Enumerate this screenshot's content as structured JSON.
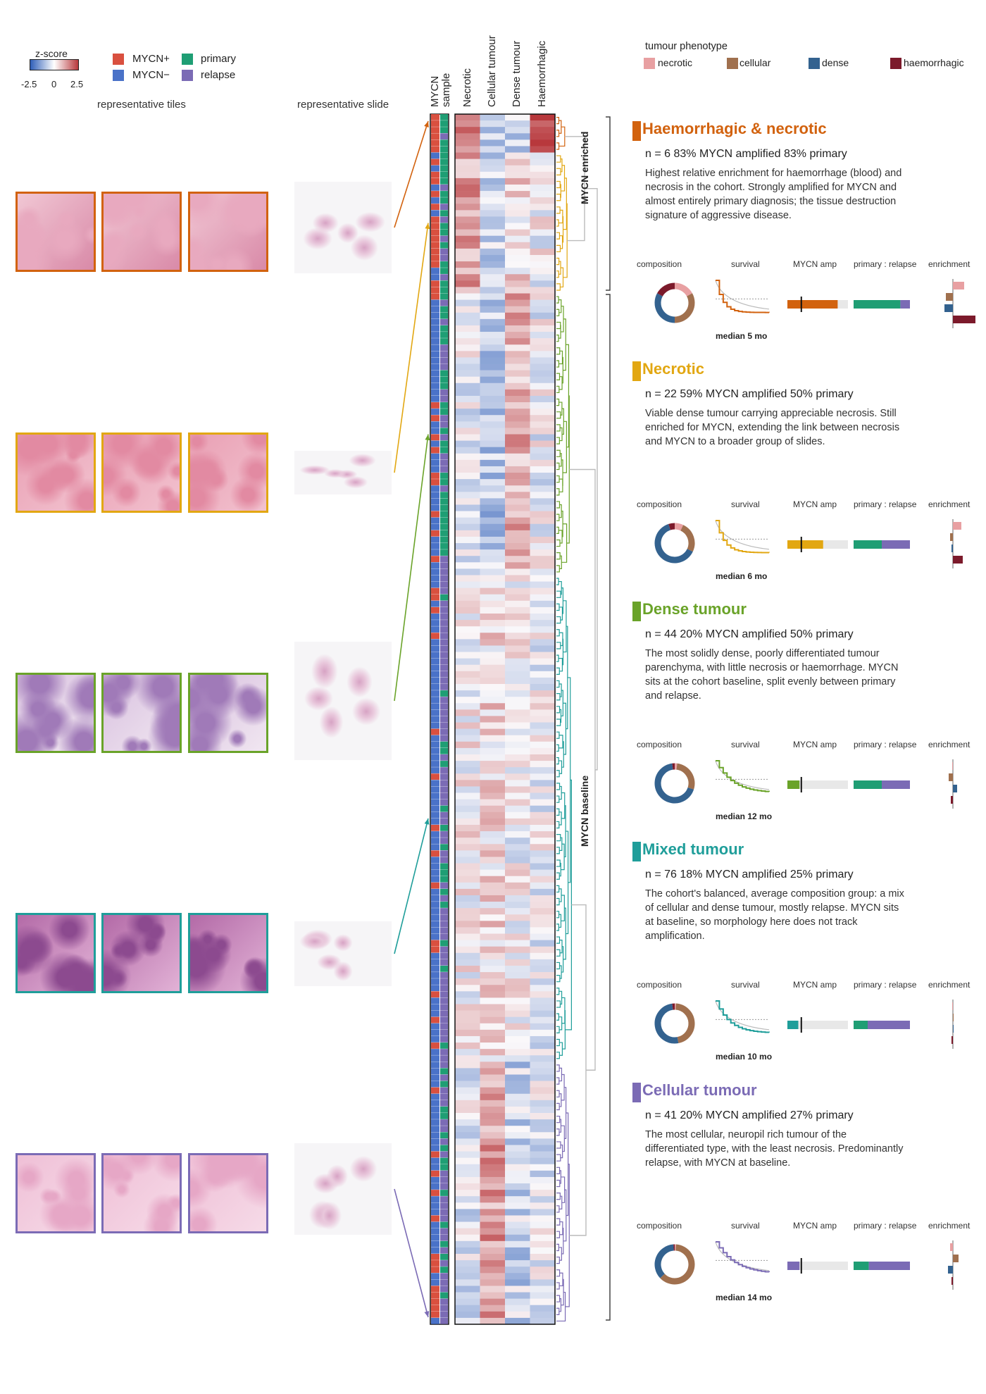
{
  "zscore_legend": {
    "title": "z-score",
    "min": "-2.5",
    "mid": "0",
    "max": "2.5",
    "low_color": "#2f5fb8",
    "high_color": "#b8383c"
  },
  "mycn_legend": [
    {
      "label": "MYCN+",
      "color": "#d9503f"
    },
    {
      "label": "MYCN−",
      "color": "#4a72c8"
    }
  ],
  "sample_legend": [
    {
      "label": "primary",
      "color": "#1f9e74"
    },
    {
      "label": "relapse",
      "color": "#7b6bb5"
    }
  ],
  "column_labels": {
    "tiles": "representative tiles",
    "slide": "representative slide",
    "mycn": "MYCN",
    "sample": "sample",
    "heat_cols": [
      "Necrotic",
      "Cellular tumour",
      "Dense tumour",
      "Haemorrhagic"
    ]
  },
  "phenotype_legend": {
    "title": "tumour phenotype",
    "items": [
      {
        "label": "necrotic",
        "color": "#e8a0a2"
      },
      {
        "label": "cellular",
        "color": "#a0704e"
      },
      {
        "label": "dense",
        "color": "#33628f"
      },
      {
        "label": "haemorrhagic",
        "color": "#7c1a2b"
      }
    ]
  },
  "groups": [
    {
      "label": "MYCN enriched"
    },
    {
      "label": "MYCN baseline"
    }
  ],
  "mini_headers": [
    "composition",
    "survival",
    "MYCN amp",
    "primary : relapse",
    "enrichment"
  ],
  "clusters": [
    {
      "title": "Haemorrhagic & necrotic",
      "color": "#d2620e",
      "stats": "n = 6   83% MYCN amplified   83% primary",
      "description": "Highest relative enrichment for haemorrhage (blood) and necrosis in the cohort. Strongly amplified for MYCN and almost entirely primary diagnosis; the tissue destruction signature of aggressive disease.",
      "median": "median 5 mo",
      "mycn_amp": 0.83,
      "primary_frac": 0.83,
      "composition": [
        0.17,
        0.33,
        0.33,
        0.17
      ],
      "enrichment": [
        0.8,
        -0.5,
        -0.6,
        1.6
      ],
      "survival_median": 5
    },
    {
      "title": "Necrotic",
      "color": "#e2a712",
      "stats": "n = 22   59% MYCN amplified   50% primary",
      "description": "Viable dense tumour carrying appreciable necrosis. Still enriched for MYCN, extending the link between necrosis and MYCN to a broader group of slides.",
      "median": "median 6 mo",
      "mycn_amp": 0.59,
      "primary_frac": 0.5,
      "composition": [
        0.07,
        0.25,
        0.63,
        0.05
      ],
      "enrichment": [
        0.6,
        -0.2,
        -0.1,
        0.7
      ],
      "survival_median": 6
    },
    {
      "title": "Dense tumour",
      "color": "#6aa329",
      "stats": "n = 44   20% MYCN amplified   50% primary",
      "description": "The most solidly dense, poorly differentiated tumour parenchyma, with little necrosis or haemorrhage. MYCN sits at the cohort baseline, split evenly between primary and relapse.",
      "median": "median 12 mo",
      "mycn_amp": 0.2,
      "primary_frac": 0.5,
      "composition": [
        0.02,
        0.28,
        0.68,
        0.02
      ],
      "enrichment": [
        -0.05,
        -0.3,
        0.3,
        -0.15
      ],
      "survival_median": 12
    },
    {
      "title": "Mixed tumour",
      "color": "#1f9e9a",
      "stats": "n = 76   18% MYCN amplified   25% primary",
      "description": "The cohort's balanced, average composition group: a mix of cellular and dense tumour, mostly relapse. MYCN sits at baseline, so morphology here does not track amplification.",
      "median": "median 10 mo",
      "mycn_amp": 0.18,
      "primary_frac": 0.25,
      "composition": [
        0.01,
        0.46,
        0.51,
        0.02
      ],
      "enrichment": [
        -0.05,
        0.05,
        0.05,
        -0.1
      ],
      "survival_median": 10
    },
    {
      "title": "Cellular tumour",
      "color": "#7b6bb5",
      "stats": "n = 41   20% MYCN amplified   27% primary",
      "description": "The most cellular, neuropil rich tumour of the differentiated type, with the least necrosis. Predominantly relapse, with MYCN at baseline.",
      "median": "median 14 mo",
      "mycn_amp": 0.2,
      "primary_frac": 0.27,
      "composition": [
        0.01,
        0.62,
        0.36,
        0.01
      ],
      "enrichment": [
        -0.2,
        0.4,
        -0.35,
        -0.1
      ],
      "survival_median": 14
    }
  ]
}
